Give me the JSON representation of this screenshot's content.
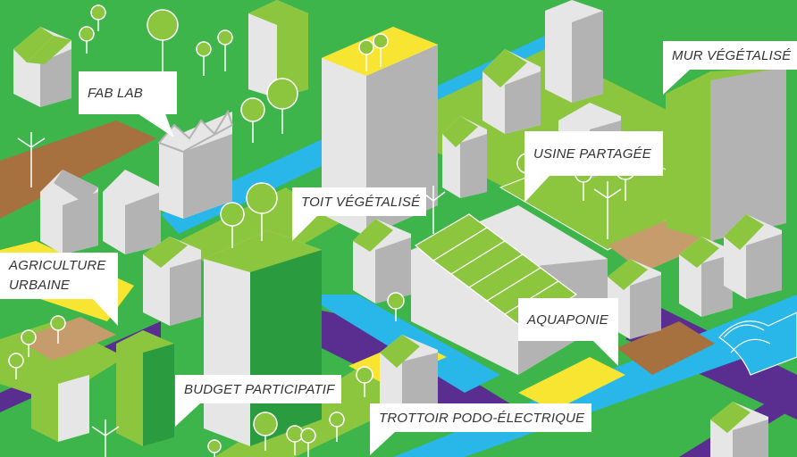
{
  "labels": {
    "fab_lab": "FAB LAB",
    "mur_vegetalise": "MUR VÉGÉTALISÉ",
    "usine_partagee": "USINE PARTAGÉE",
    "toit_vegetalise": "TOIT VÉGÉTALISÉ",
    "agriculture_urbaine_1": "AGRICULTURE",
    "agriculture_urbaine_2": "URBAINE",
    "aquaponie": "AQUAPONIE",
    "budget_participatif": "BUDGET PARTICIPATIF",
    "trottoir": "TROTTOIR PODO-ÉLECTRIQUE"
  },
  "colors": {
    "grass": "#3db54a",
    "light_green": "#8cc63f",
    "dark_green": "#2a9c3f",
    "wall_light": "#e6e6e6",
    "wall_dark": "#b3b3b3",
    "water": "#29b6e8",
    "road": "#5a2d91",
    "yellow": "#f7e531",
    "soil_brown": "#a6703f",
    "soil_tan": "#c69c6d"
  }
}
